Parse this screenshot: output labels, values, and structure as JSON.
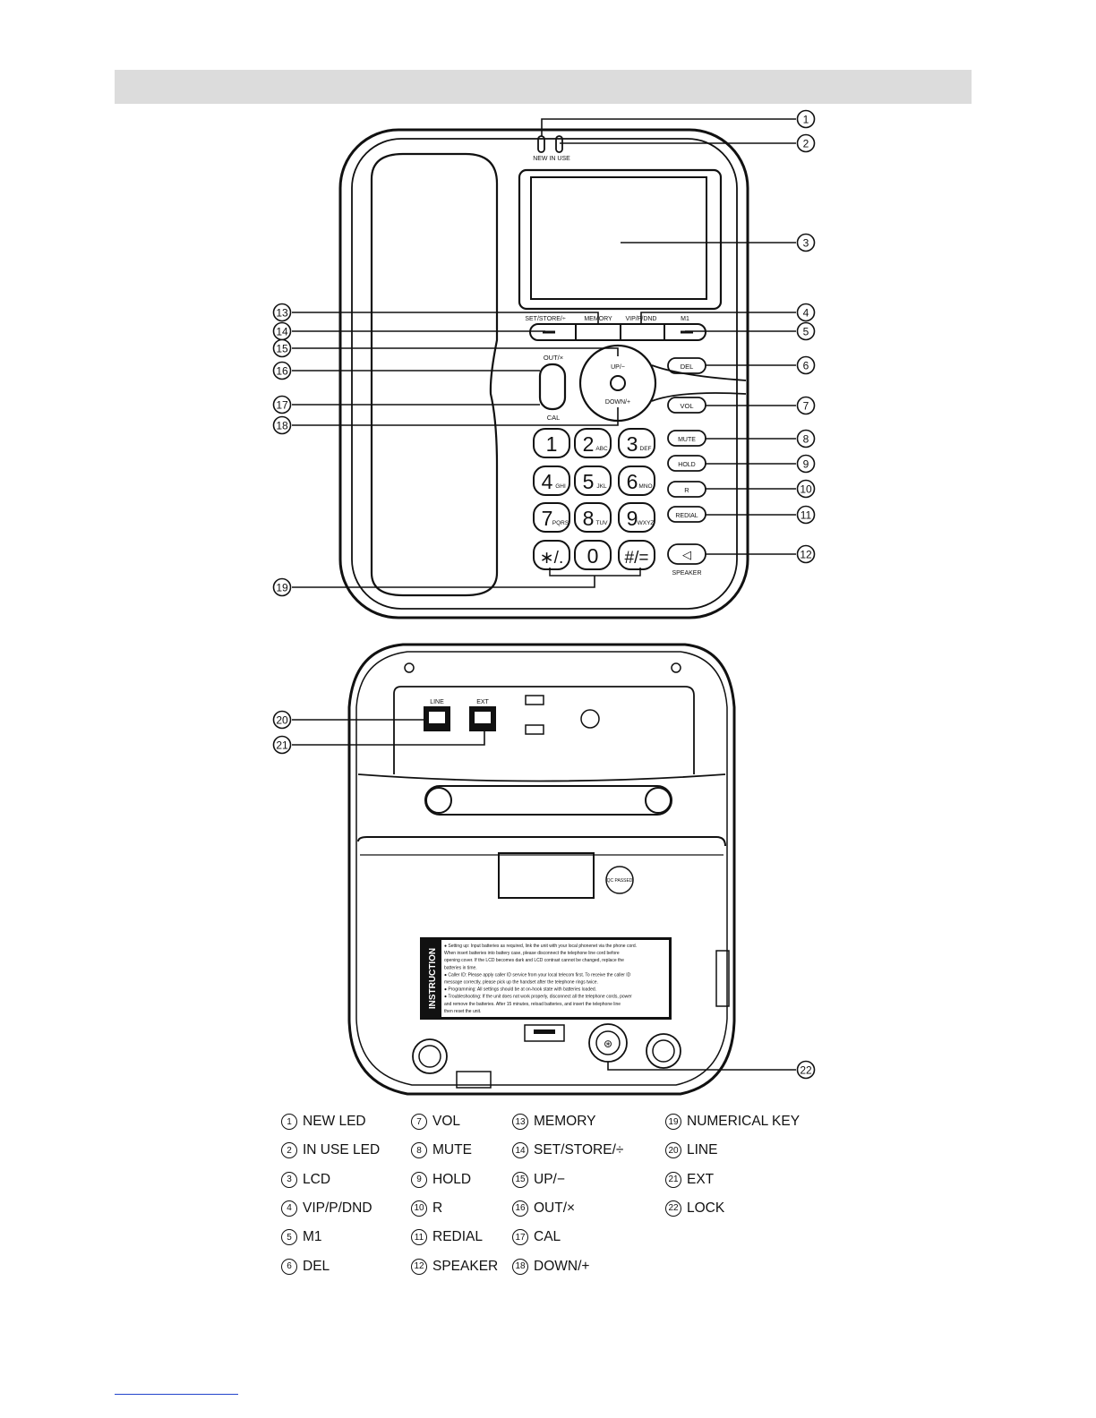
{
  "labels": {
    "new_in_use": "NEW IN USE",
    "set_store": "SET/STORE/÷",
    "memory": "MEMORY",
    "vip": "VIP/P/DND",
    "m1": "M1",
    "out": "OUT/×",
    "cal": "CAL",
    "up": "UP/−",
    "down": "DOWN/+",
    "del": "DEL",
    "vol": "VOL",
    "mute": "MUTE",
    "hold": "HOLD",
    "r": "R",
    "redial": "REDIAL",
    "speaker": "SPEAKER",
    "line": "LINE",
    "ext": "EXT",
    "instruction_title": "INSTRUCTION",
    "qc_passed": "QC PASSED"
  },
  "keypad": [
    {
      "digit": "1",
      "letters": ""
    },
    {
      "digit": "2",
      "letters": "ABC"
    },
    {
      "digit": "3",
      "letters": "DEF"
    },
    {
      "digit": "4",
      "letters": "GHI"
    },
    {
      "digit": "5",
      "letters": "JKL"
    },
    {
      "digit": "6",
      "letters": "MNO"
    },
    {
      "digit": "7",
      "letters": "PQRS"
    },
    {
      "digit": "8",
      "letters": "TUV"
    },
    {
      "digit": "9",
      "letters": "WXYZ"
    },
    {
      "digit": "∗/.",
      "letters": ""
    },
    {
      "digit": "0",
      "letters": ""
    },
    {
      "digit": "#/=",
      "letters": ""
    }
  ],
  "callouts": [
    "①",
    "②",
    "③",
    "④",
    "⑤",
    "⑥",
    "⑦",
    "⑧",
    "⑨",
    "⑩",
    "⑪",
    "⑫",
    "⑬",
    "⑭",
    "⑮",
    "⑯",
    "⑰",
    "⑱",
    "⑲",
    "⑳",
    "㉑",
    "㉒"
  ],
  "instruction_lines": [
    "● Setting up: Input batteries as required, link the unit with your local phonenet via the phone cord.",
    "  When insert batteries into battery case, please disconnect the telephone line cord before",
    "  opening cover. If the LCD becomes dark and LCD contrast cannot be changed, replace the",
    "  batteries in time.",
    "● Caller ID: Please apply caller ID service from your local telecom first. To receive the caller ID",
    "  message correctly, please pick up the handset after the telephone rings twice.",
    "● Programming: All settings should be at on-hook state with batteries loaded.",
    "● Troubleshooting: If the unit does not work properly, disconnect all the telephone cords, power",
    "  and remove the batteries. After 15 minutes, reload batteries, and insert the telephone line",
    "  then reset the unit."
  ],
  "legend": [
    {
      "num": "1",
      "label": "NEW LED"
    },
    {
      "num": "2",
      "label": "IN USE LED"
    },
    {
      "num": "3",
      "label": "LCD"
    },
    {
      "num": "4",
      "label": "VIP/P/DND"
    },
    {
      "num": "5",
      "label": "M1"
    },
    {
      "num": "6",
      "label": "DEL"
    },
    {
      "num": "7",
      "label": "VOL"
    },
    {
      "num": "8",
      "label": "MUTE"
    },
    {
      "num": "9",
      "label": "HOLD"
    },
    {
      "num": "10",
      "label": "R"
    },
    {
      "num": "11",
      "label": "REDIAL"
    },
    {
      "num": "12",
      "label": "SPEAKER"
    },
    {
      "num": "13",
      "label": "MEMORY"
    },
    {
      "num": "14",
      "label": "SET/STORE/÷"
    },
    {
      "num": "15",
      "label": "UP/−"
    },
    {
      "num": "16",
      "label": "OUT/×"
    },
    {
      "num": "17",
      "label": "CAL"
    },
    {
      "num": "18",
      "label": "DOWN/+"
    },
    {
      "num": "19",
      "label": "NUMERICAL KEY"
    },
    {
      "num": "20",
      "label": "LINE"
    },
    {
      "num": "21",
      "label": "EXT"
    },
    {
      "num": "22",
      "label": "LOCK"
    }
  ]
}
